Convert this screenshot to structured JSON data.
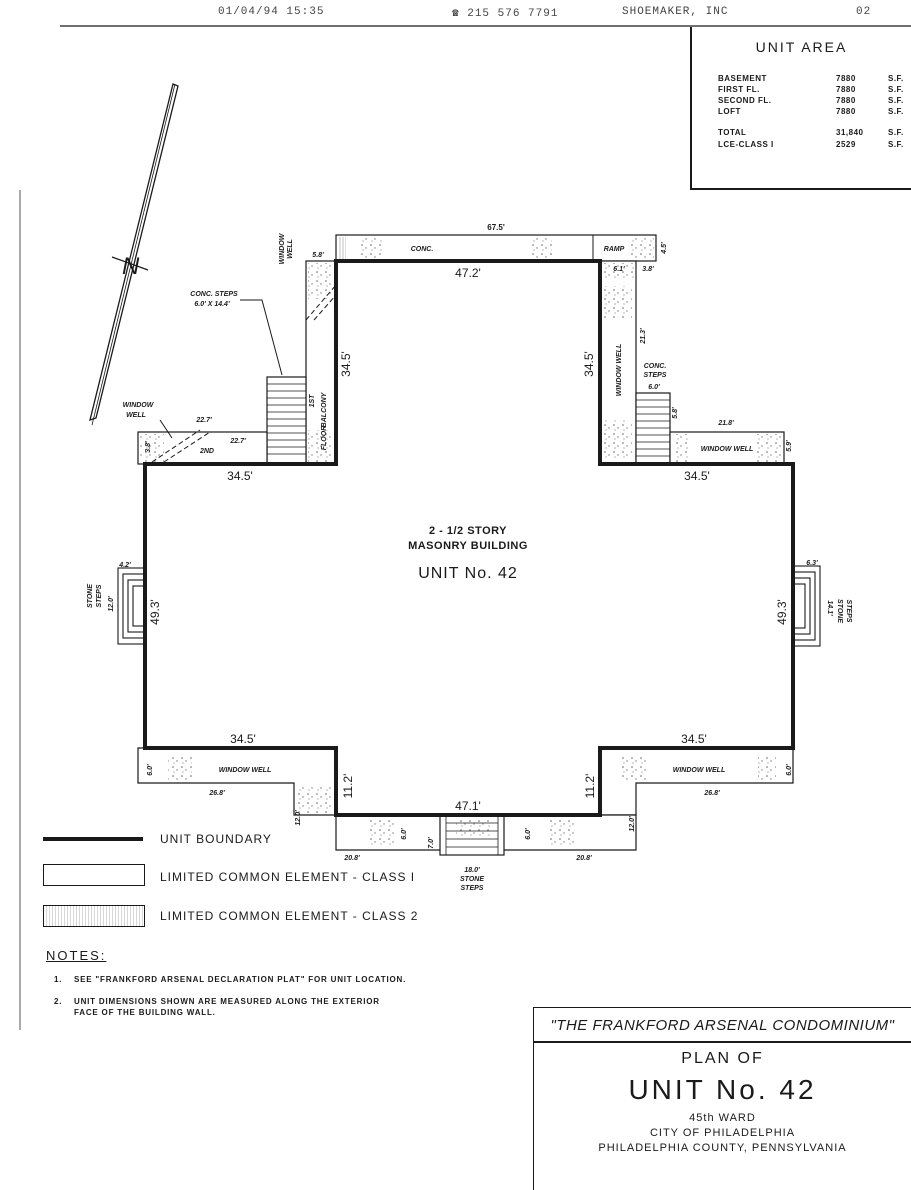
{
  "fax_header": {
    "datetime": "01/04/94 15:35",
    "phone": "☎ 215 576 7791",
    "sender": "SHOEMAKER, INC",
    "page": "02"
  },
  "unit_area": {
    "title": "UNIT AREA",
    "rows": [
      {
        "label": "BASEMENT",
        "value": "7880",
        "unit": "S.F."
      },
      {
        "label": "FIRST FL.",
        "value": "7880",
        "unit": "S.F."
      },
      {
        "label": "SECOND FL.",
        "value": "7880",
        "unit": "S.F."
      },
      {
        "label": "LOFT",
        "value": "7880",
        "unit": "S.F."
      },
      {
        "label": "TOTAL",
        "value": "31,840",
        "unit": "S.F."
      },
      {
        "label": "LCE-CLASS I",
        "value": "2529",
        "unit": "S.F."
      }
    ]
  },
  "plan": {
    "building_line1": "2 - 1/2 STORY",
    "building_line2": "MASONRY BUILDING",
    "unit_label": "UNIT No. 42",
    "dims": {
      "top_outer": "67.5'",
      "top_inner": "47.2'",
      "north_left_h": "34.5'",
      "north_right_h": "34.5'",
      "left_wing_top": "34.5'",
      "right_wing_top": "34.5'",
      "left_side": "49.3'",
      "right_side": "49.3'",
      "left_wing_bottom": "34.5'",
      "right_wing_bottom": "34.5'",
      "south_left_h": "11.2'",
      "south_right_h": "11.2'",
      "bottom_inner": "47.1'",
      "w1": "5.8'",
      "w2": "6.1'",
      "w3": "3.8'",
      "w4": "4.5'",
      "w5": "21.3'",
      "w6": "5.8'",
      "w7": "21.8'",
      "w8": "5.9'",
      "w9": "22.7'",
      "w10": "3.8'",
      "w11": "22.7'",
      "w12": "4.2'",
      "w13": "12.0'",
      "w14": "6.3'",
      "w15": "14.1'",
      "w16": "6.0'",
      "w17": "26.8'",
      "w18": "12.0'",
      "w19": "20.8'",
      "w20": "6.0'",
      "w21": "7.0'",
      "w22": "6.0'",
      "w23": "20.8'",
      "w24": "12.0'",
      "w25": "26.8'",
      "w26": "6.0'",
      "w27": "18.0'",
      "w28": "6.0'"
    },
    "labels": {
      "conc": "CONC.",
      "ramp": "RAMP",
      "window_well": "WINDOW WELL",
      "window_well_short_1": "WINDOW",
      "window_well_short_2": "WELL",
      "conc_steps": "CONC. STEPS",
      "conc_steps_dim": "6.0' X 14.4'",
      "conc_steps_r1": "CONC.",
      "conc_steps_r2": "STEPS",
      "balcony": "BALCONY",
      "floor": "FLOOR",
      "first": "1ST",
      "second": "2ND",
      "stone": "STONE",
      "steps": "STEPS",
      "north": "N"
    }
  },
  "legend": {
    "boundary": "UNIT BOUNDARY",
    "class1": "LIMITED COMMON ELEMENT - CLASS I",
    "class2": "LIMITED COMMON ELEMENT - CLASS 2"
  },
  "notes": {
    "heading": "NOTES:",
    "n1_num": "1.",
    "n1": "SEE \"FRANKFORD ARSENAL DECLARATION PLAT\" FOR UNIT LOCATION.",
    "n2_num": "2.",
    "n2a": "UNIT DIMENSIONS SHOWN ARE MEASURED ALONG THE EXTERIOR",
    "n2b": "FACE OF THE BUILDING WALL."
  },
  "title_block": {
    "name": "\"THE FRANKFORD ARSENAL CONDOMINIUM\"",
    "plan_of": "PLAN OF",
    "unit": "UNIT No. 42",
    "ward": "45th WARD",
    "city": "CITY OF PHILADELPHIA",
    "county": "PHILADELPHIA COUNTY, PENNSYLVANIA"
  }
}
